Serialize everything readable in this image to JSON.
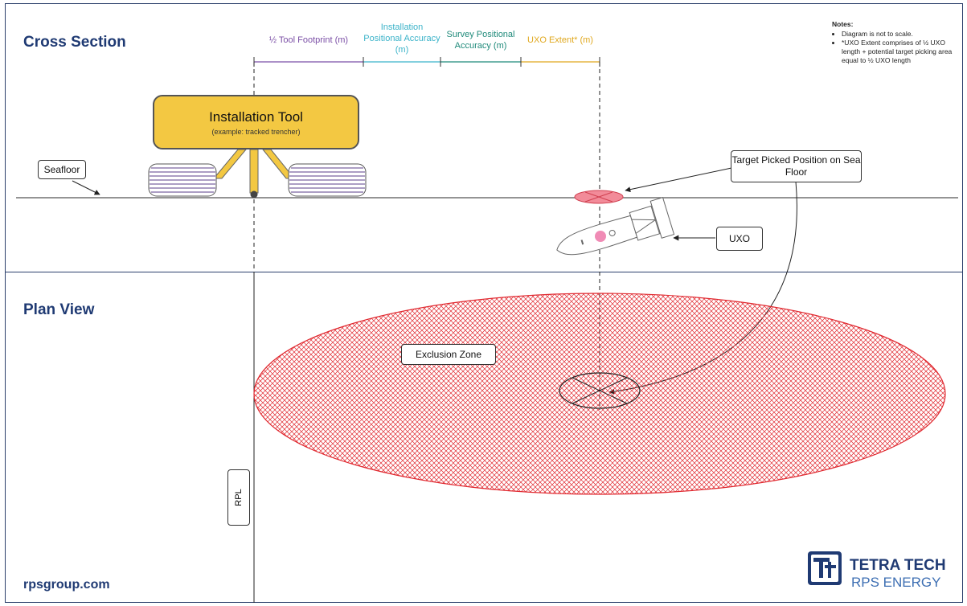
{
  "sections": {
    "cross_section": "Cross Section",
    "plan_view": "Plan View"
  },
  "dimension_labels": [
    {
      "text": "½ Tool Footprint (m)",
      "color": "#7b4fa6"
    },
    {
      "text": "Installation Positional Accuracy (m)",
      "color": "#3bb3c9"
    },
    {
      "text": "Survey Positional Accuracy (m)",
      "color": "#1f8a7a"
    },
    {
      "text": "UXO Extent* (m)",
      "color": "#e0a81e"
    }
  ],
  "notes": {
    "title": "Notes:",
    "items": [
      "Diagram is not to scale.",
      "*UXO Extent comprises of ½ UXO length + potential target picking area equal to ½ UXO length"
    ]
  },
  "installation_tool": {
    "title": "Installation Tool",
    "subtitle": "(example: tracked trencher)",
    "color": "#f3c842"
  },
  "callouts": {
    "seafloor": "Seafloor",
    "target_picked": "Target Picked Position on Sea Floor",
    "uxo": "UXO",
    "exclusion_zone": "Exclusion Zone",
    "rpl": "RPL"
  },
  "colors": {
    "frame": "#2b3f6b",
    "exclusion_zone": "#e0282f",
    "target_marker": "#f28b99",
    "uxo_dot": "#f08bb5",
    "track_stripes": "#5a3d8a"
  },
  "footer": {
    "website": "rpsgroup.com",
    "logo_line1": "TETRA TECH",
    "logo_line2": "RPS ENERGY",
    "logo_icon": "tetra-tech-logo-icon"
  }
}
